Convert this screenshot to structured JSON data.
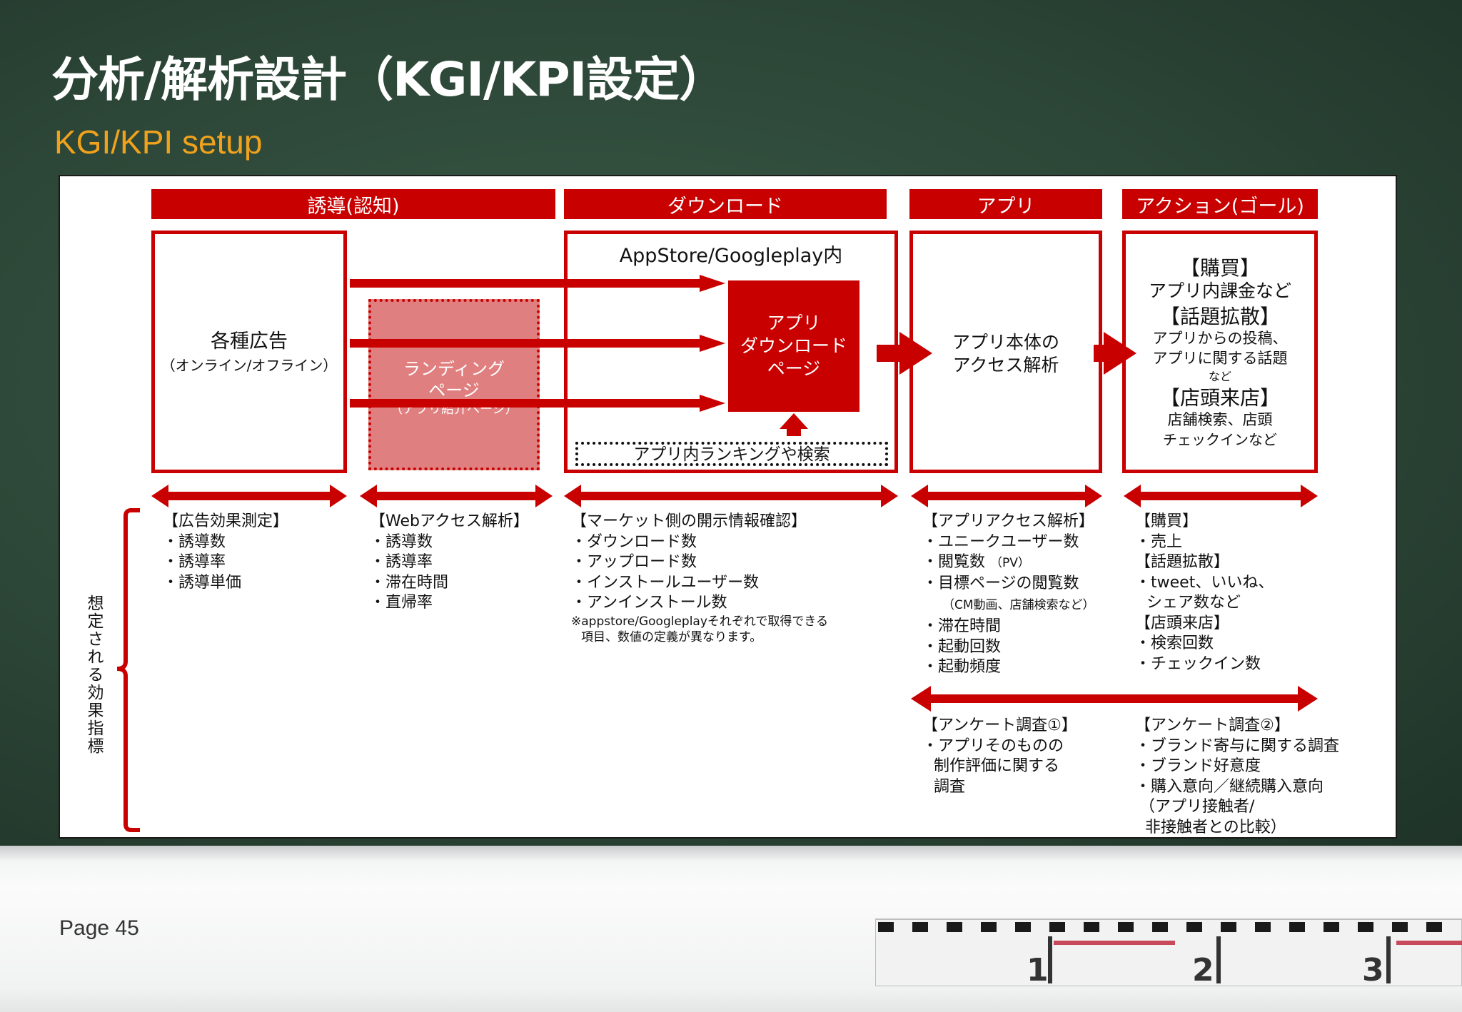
{
  "slide": {
    "title": "分析/解析設計（KGI/KPI設定）",
    "subtitle": "KGI/KPI setup",
    "page_label": "Page 45"
  },
  "colors": {
    "accent_red": "#c80000",
    "subtitle_orange": "#f0a21c",
    "board_green": "#2c4637"
  },
  "headers": {
    "induction": "誘導(認知)",
    "download": "ダウンロード",
    "app": "アプリ",
    "action": "アクション(ゴール)"
  },
  "boxes": {
    "ads": {
      "line1": "各種広告",
      "line2": "（オンライン/オフライン）"
    },
    "landing": {
      "line1": "ランディング",
      "line2": "ページ",
      "line3": "（アプリ紹介ページ）"
    },
    "store": {
      "label": "AppStore/Googleplay内"
    },
    "dl_page": {
      "line1": "アプリ",
      "line2": "ダウンロード",
      "line3": "ページ"
    },
    "ranking": {
      "label": "アプリ内ランキングや検索"
    },
    "app_analysis": {
      "line1": "アプリ本体の",
      "line2": "アクセス解析"
    },
    "goal": {
      "l1": "【購買】",
      "l2": "アプリ内課金など",
      "l3": "【話題拡散】",
      "l4": "アプリからの投稿、",
      "l5": "アプリに関する話題",
      "l6": "など",
      "l7": "【店頭来店】",
      "l8": "店舗検索、店頭",
      "l9": "チェックインなど"
    }
  },
  "side_label": "想定される効果指標",
  "metrics": {
    "ad": {
      "title": "【広告効果測定】",
      "items": [
        "・誘導数",
        "・誘導率",
        "・誘導単価"
      ]
    },
    "web": {
      "title": "【Webアクセス解析】",
      "items": [
        "・誘導数",
        "・誘導率",
        "・滞在時間",
        "・直帰率"
      ]
    },
    "market": {
      "title": "【マーケット側の開示情報確認】",
      "items": [
        "・ダウンロード数",
        "・アップロード数",
        "・インストールユーザー数",
        "・アンインストール数"
      ],
      "note1": "※appstore/Googleplayそれぞれで取得できる",
      "note2": "項目、数値の定義が異なります。"
    },
    "app_access": {
      "title": "【アプリアクセス解析】",
      "i1": "・ユニークユーザー数",
      "i2": "・閲覧数",
      "i2_small": "（PV）",
      "i3": "・目標ページの閲覧数",
      "i3_note": "（CM動画、店舗検索など）",
      "i4": "・滞在時間",
      "i5": "・起動回数",
      "i6": "・起動頻度"
    },
    "goal": {
      "items": [
        "【購買】",
        "・売上",
        "【話題拡散】",
        "・tweet、いいね、",
        "シェア数など",
        "【店頭来店】",
        "・検索回数",
        "・チェックイン数"
      ]
    },
    "survey1": {
      "items": [
        "【アンケート調査①】",
        "・アプリそのものの",
        "制作評価に関する",
        "調査"
      ]
    },
    "survey2": {
      "items": [
        "【アンケート調査②】",
        "・ブランド寄与に関する調査",
        "・ブランド好意度",
        "・購入意向／継続購入意向",
        "（アプリ接触者/",
        "非接触者との比較）"
      ]
    }
  },
  "ruler_numbers": [
    "1",
    "2",
    "3"
  ]
}
